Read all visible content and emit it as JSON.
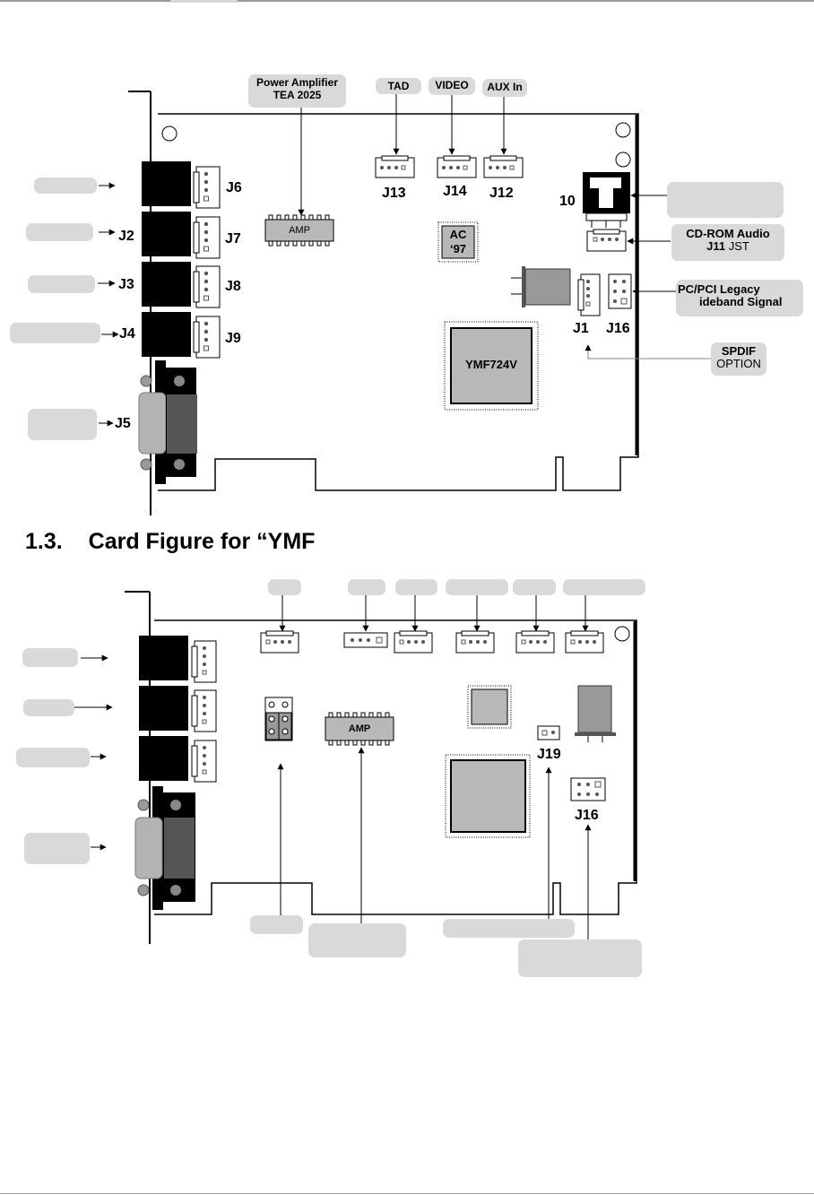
{
  "heading": {
    "number": "1.3.",
    "title": "Card Figure for “YMF"
  },
  "figure1": {
    "labels": {
      "power_amplifier_line1": "Power Amplifier",
      "power_amplifier_line2": "TEA 2025",
      "tad": "TAD",
      "video": "VIDEO",
      "aux_in": "AUX In",
      "cdrom_audio_line1": "CD-ROM Audio",
      "cdrom_audio_j11": "J11",
      "cdrom_audio_jst": "JST",
      "pc_pci_legacy_line1": "PC/PCI Legacy",
      "pc_pci_legacy_line2": "ideband Signal",
      "spdif_line1": "SPDIF",
      "spdif_line2": "OPTION"
    },
    "connectors": {
      "j6": "J6",
      "j7": "J7",
      "j8": "J8",
      "j9": "J9",
      "j2": "J2",
      "j3": "J3",
      "j4": "J4",
      "j5": "J5",
      "j13": "J13",
      "j14": "J14",
      "j12": "J12",
      "j10": "10",
      "j1": "J1",
      "j16": "J16"
    },
    "chips": {
      "amp": "AMP",
      "ac97_line1": "AC",
      "ac97_line2": "‘97",
      "main": "YMF724V"
    }
  },
  "figure2": {
    "chips": {
      "amp": "AMP"
    },
    "connectors": {
      "j19": "J19",
      "j16": "J16"
    }
  }
}
